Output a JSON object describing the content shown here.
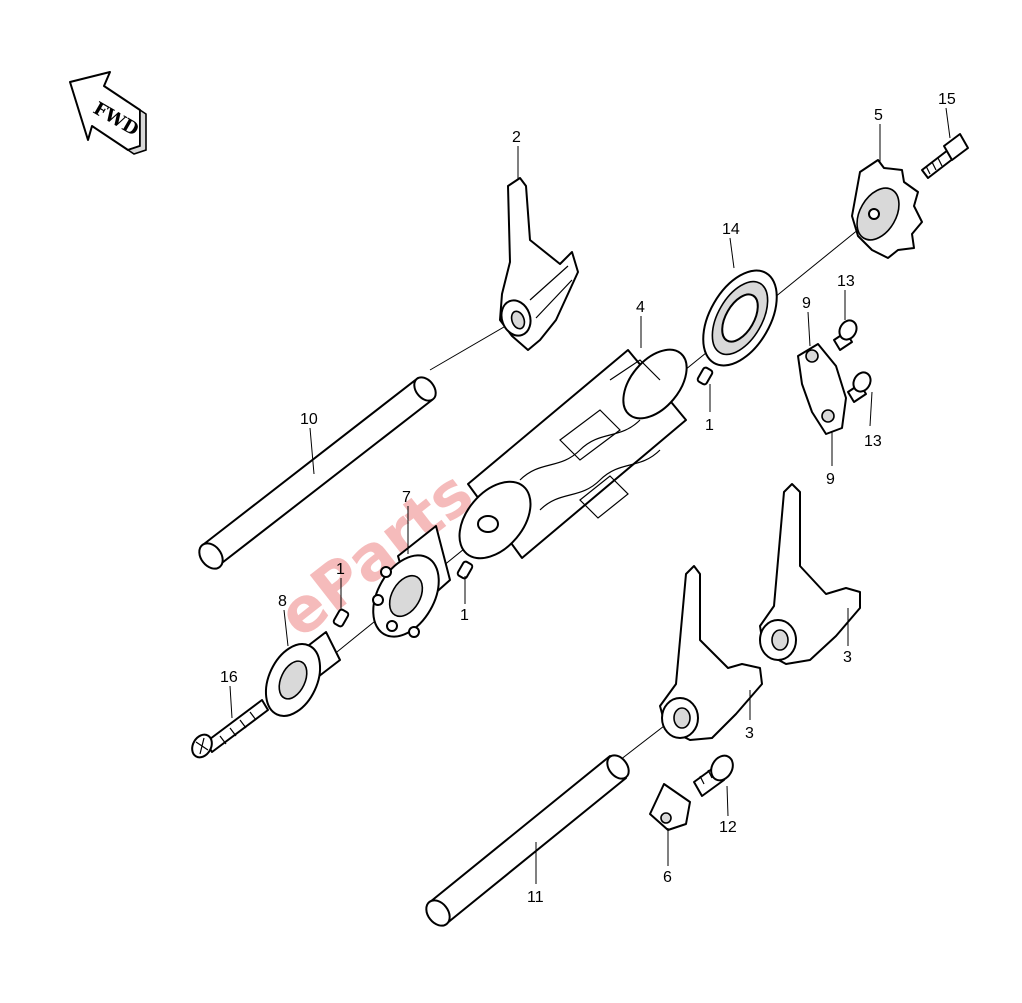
{
  "direction_indicator": {
    "label": "FWD"
  },
  "watermark": {
    "text": "eParts",
    "color": "#e23b3b"
  },
  "callouts": {
    "c1a": "1",
    "c1b": "1",
    "c1c": "1",
    "c2": "2",
    "c3a": "3",
    "c3b": "3",
    "c4": "4",
    "c5": "5",
    "c6": "6",
    "c7": "7",
    "c8": "8",
    "c9a": "9",
    "c9b": "9",
    "c10": "10",
    "c11": "11",
    "c12": "12",
    "c13a": "13",
    "c13b": "13",
    "c14": "14",
    "c15": "15",
    "c16": "16"
  }
}
